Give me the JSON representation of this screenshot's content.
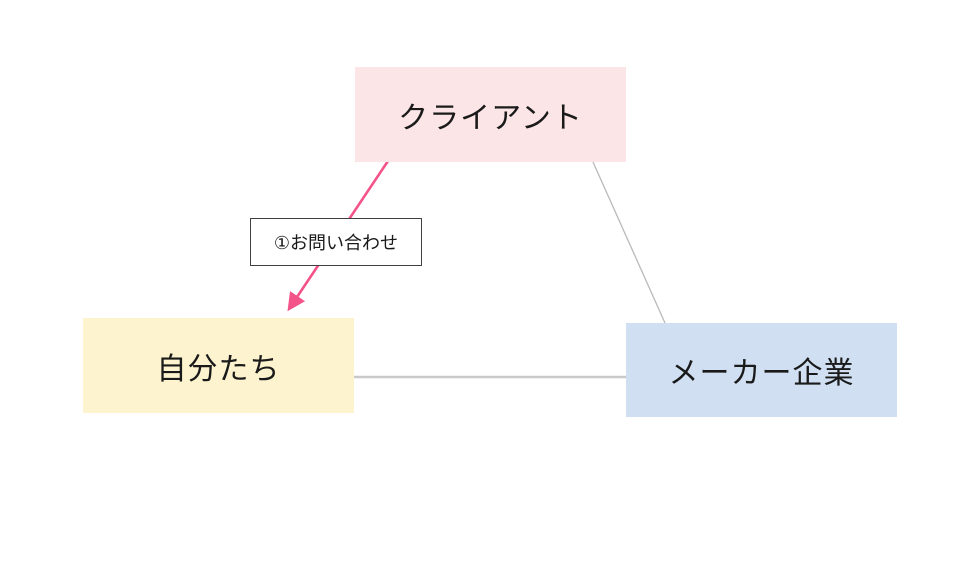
{
  "diagram": {
    "title": "relationship-triangle-diagram",
    "nodes": [
      {
        "id": "client",
        "label": "クライアント",
        "fill": "#fce5e7"
      },
      {
        "id": "ourselves",
        "label": "自分たち",
        "fill": "#fdf3ce"
      },
      {
        "id": "maker",
        "label": "メーカー企業",
        "fill": "#d0e0f2"
      }
    ],
    "edges": [
      {
        "from": "client",
        "to": "ourselves",
        "label": "①お問い合わせ",
        "style": "pink-arrow"
      },
      {
        "from": "client",
        "to": "maker",
        "label": "",
        "style": "plain-line"
      },
      {
        "from": "ourselves",
        "to": "maker",
        "label": "",
        "style": "plain-line"
      }
    ],
    "edge_label": "①お問い合わせ",
    "colors": {
      "arrow_pink": "#f4538a",
      "connector_gray": "#b9b9b9",
      "connector_gray_light": "#c9c9c9",
      "text": "#1a1a1a",
      "label_border": "#404040"
    }
  }
}
